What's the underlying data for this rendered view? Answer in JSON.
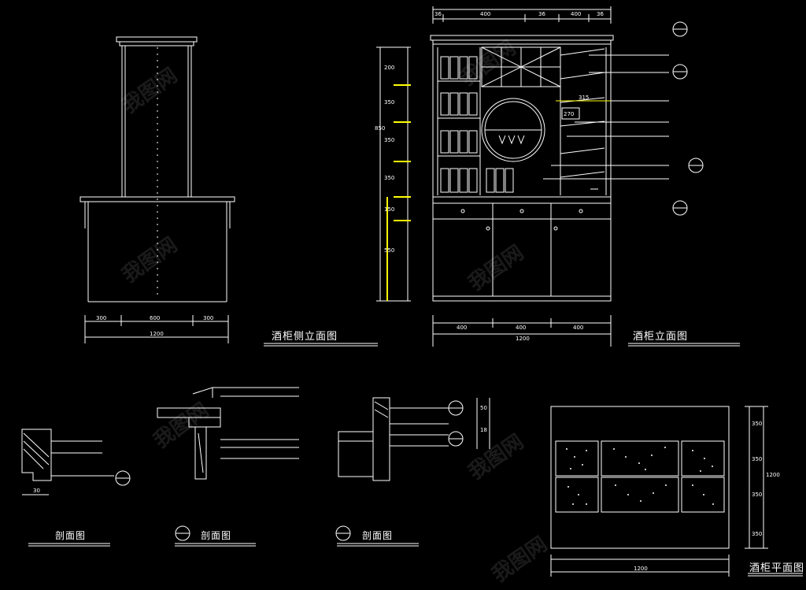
{
  "titles": {
    "side_elevation": "酒柜侧立面图",
    "front_elevation": "酒柜立面图",
    "plan_view": "酒柜平面图",
    "section_1": "剖面图",
    "section_2": "剖面图",
    "section_3": "剖面图"
  },
  "dimensions": {
    "side_bottom_parts": [
      "300",
      "600",
      "300"
    ],
    "side_bottom_total": "1200",
    "front_top_parts": [
      "36",
      "400",
      "36",
      "400",
      "36"
    ],
    "front_bottom_parts": [
      "400",
      "400",
      "400"
    ],
    "front_bottom_total": "1200",
    "front_left_vertical": [
      "200",
      "350",
      "350",
      "350",
      "150",
      "550",
      "850"
    ],
    "section_scale": "30",
    "section_right_dims": [
      "50",
      "18"
    ],
    "plan_right_dims": [
      "350",
      "350",
      "350",
      "350"
    ],
    "plan_right_total": "1200",
    "plan_bottom_total": "1200",
    "front_inner_dims": [
      "315",
      "270"
    ]
  },
  "watermark": "我图网",
  "colors": {
    "background": "#000000",
    "lines": "#ffffff",
    "highlight": "#ffff00"
  }
}
